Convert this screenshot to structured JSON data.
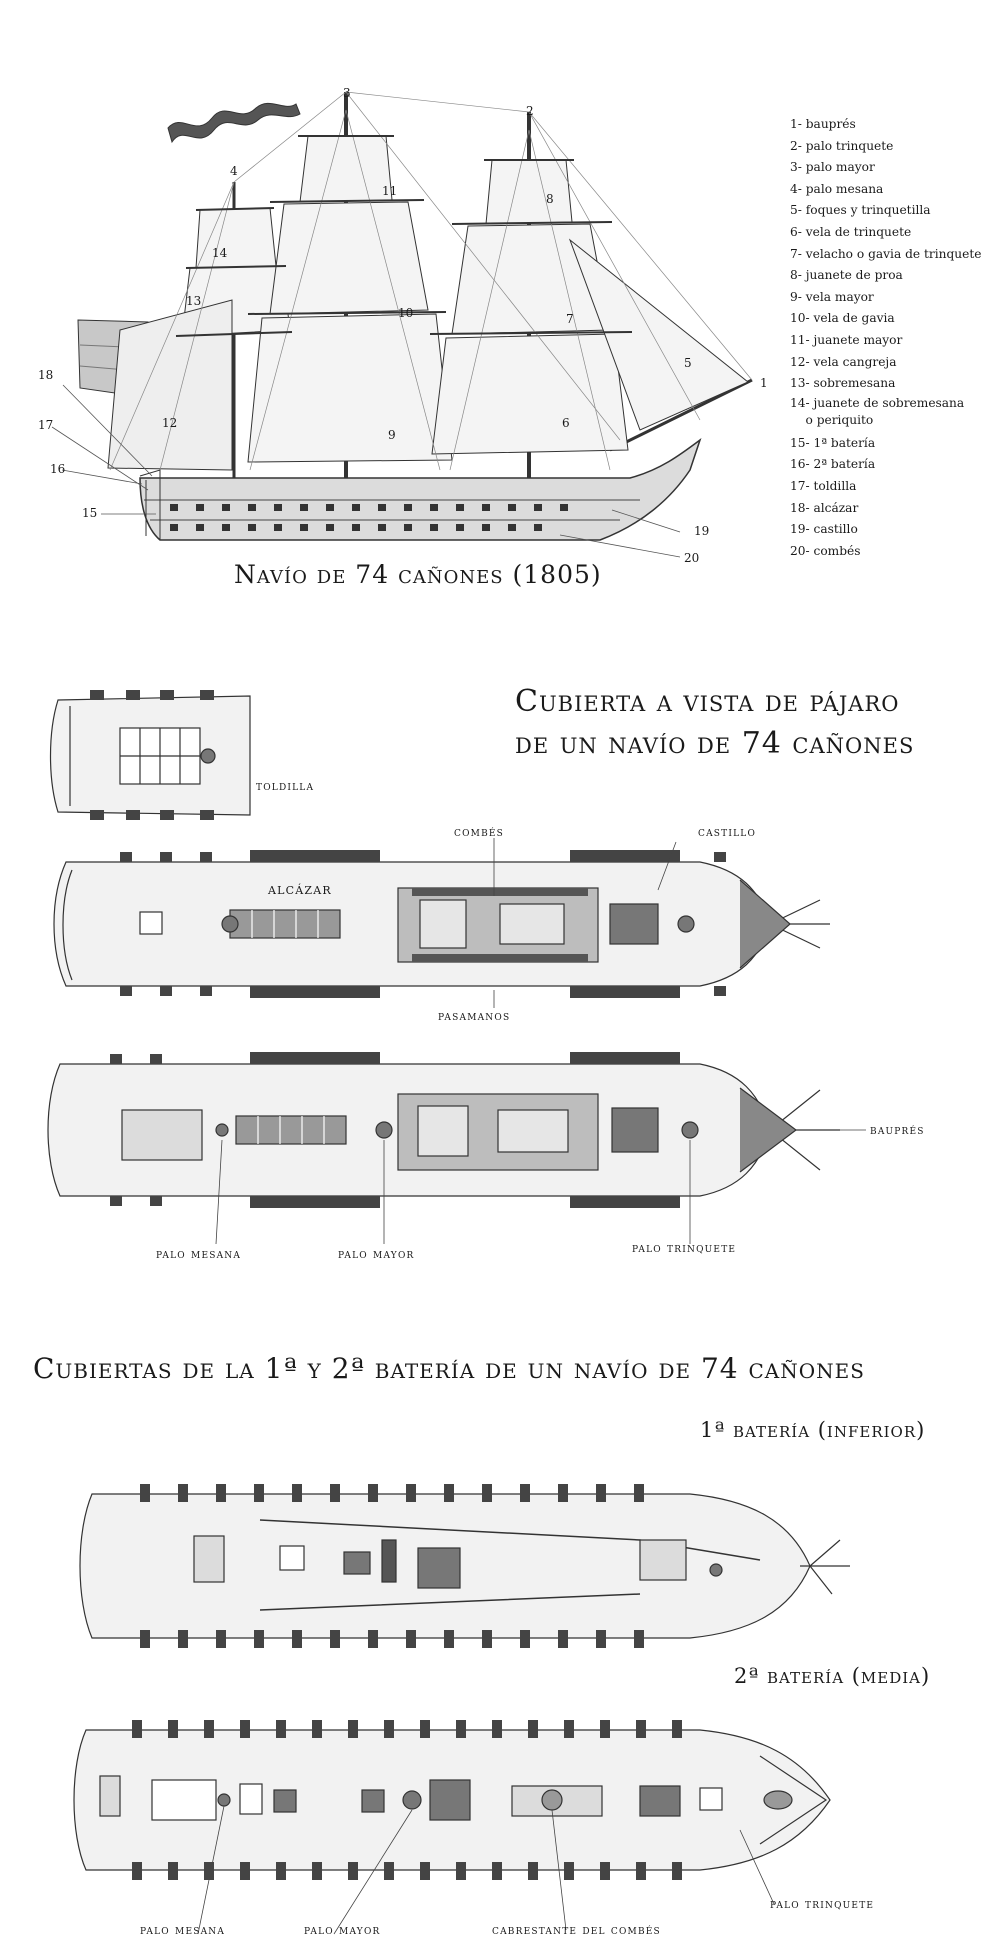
{
  "ship_numbers": [
    "1",
    "2",
    "3",
    "4",
    "5",
    "6",
    "7",
    "8",
    "9",
    "10",
    "11",
    "12",
    "13",
    "14",
    "15",
    "16",
    "17",
    "18",
    "19",
    "20"
  ],
  "legend": [
    "1- bauprés",
    "2- palo trinquete",
    "3- palo mayor",
    "4- palo mesana",
    "5- foques y trinquetilla",
    "6- vela de trinquete",
    "7- velacho o gavia de trinquete",
    "8- juanete de proa",
    "9- vela mayor",
    "10- vela de gavia",
    "11- juanete mayor",
    "12- vela cangreja",
    "13- sobremesana",
    "14- juanete de sobremesana\n    o periquito",
    "15- 1ª batería",
    "16- 2ª batería",
    "17- toldilla",
    "18- alcázar",
    "19- castillo",
    "20- combés"
  ],
  "titles": {
    "ship": "Navío de 74 cañones (1805)",
    "bird_line1": "Cubierta a vista de pájaro",
    "bird_line2": "de un navío de 74 cañones",
    "batteries": "Cubiertas de la 1ª y 2ª batería de un navío de 74 cañones",
    "battery1": "1ª batería (inferior)",
    "battery2": "2ª batería (media)"
  },
  "labels": {
    "toldilla": "toldilla",
    "combes": "combés",
    "castillo": "castillo",
    "alcazar": "alcázar",
    "pasamanos": "pasamanos",
    "baupres": "bauprés",
    "palo_mesana": "palo mesana",
    "palo_mayor": "palo mayor",
    "palo_trinquete": "palo trinquete",
    "b2_palo_mesana": "palo mesana",
    "b2_palo_mayor": "palo mayor",
    "b2_cabrestante": "cabrestante del combés",
    "b2_palo_trinquete": "palo trinquete"
  }
}
